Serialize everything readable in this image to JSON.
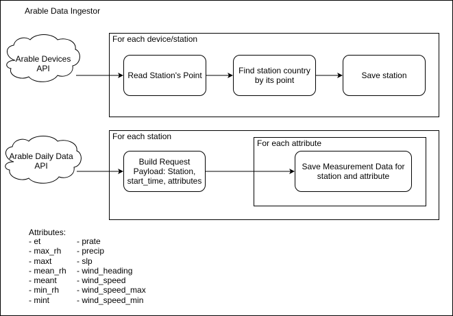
{
  "title": "Arable Data Ingestor",
  "sources": {
    "devices_api": [
      "Arable Devices",
      "API"
    ],
    "daily_api": [
      "Arable Daily Data",
      "API"
    ]
  },
  "groups": {
    "device_station": "For each device/station",
    "station": "For each station",
    "attribute": "For each attribute"
  },
  "steps": {
    "read_point": "Read Station's Point",
    "find_country": "Find station country by its point",
    "save_station": "Save station",
    "build_request": "Build Request Payload: Station, start_time, attributes",
    "save_measurement": "Save Measurement Data for station and attribute"
  },
  "attributes": {
    "heading": "Attributes:",
    "column_1": [
      "- et",
      "- max_rh",
      "- maxt",
      "- mean_rh",
      "- meant",
      "- min_rh",
      "- mint"
    ],
    "column_2": [
      "- prate",
      "- precip",
      "- slp",
      "- wind_heading",
      "- wind_speed",
      "- wind_speed_max",
      "- wind_speed_min"
    ]
  },
  "colors": {
    "stroke": "#000000",
    "fill": "#ffffff"
  }
}
